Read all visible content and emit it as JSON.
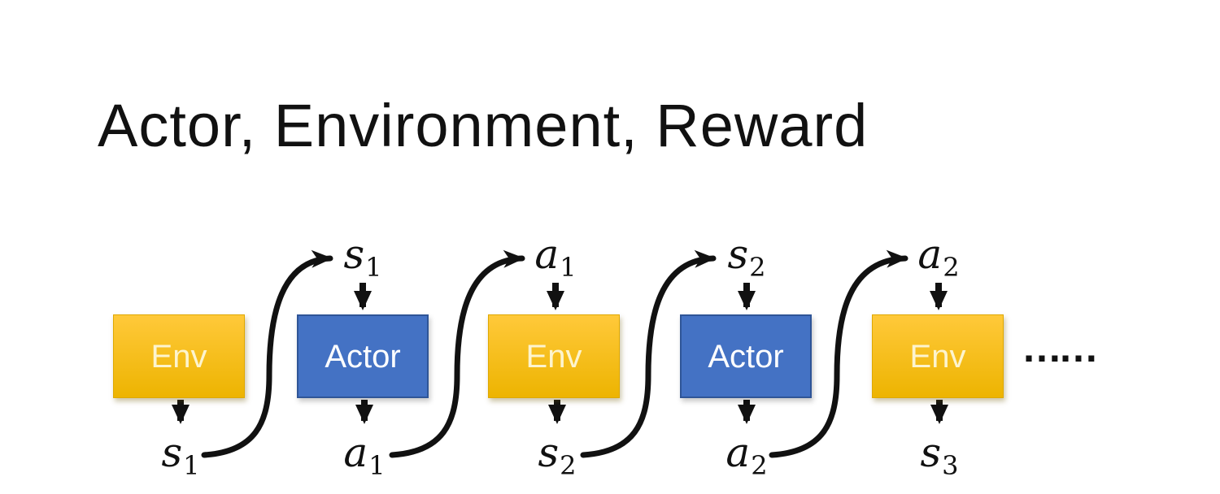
{
  "slide": {
    "title": "Actor, Environment, Reward",
    "ellipsis": "……"
  },
  "colors": {
    "bg": "#FFFFFF",
    "ink": "#111111",
    "env_top": "#FFC93A",
    "env_bottom": "#EDB401",
    "env_border": "#DFA800",
    "env_text": "#FDF4CE",
    "actor_fill": "#4472C4",
    "actor_border": "#2F5597",
    "actor_text": "#FFFFFF"
  },
  "boxes": [
    {
      "label": "Env",
      "type": "env"
    },
    {
      "label": "Actor",
      "type": "actor"
    },
    {
      "label": "Env",
      "type": "env"
    },
    {
      "label": "Actor",
      "type": "actor"
    },
    {
      "label": "Env",
      "type": "env"
    }
  ],
  "top_labels": [
    {
      "base": "s",
      "sub": "1"
    },
    {
      "base": "a",
      "sub": "1"
    },
    {
      "base": "s",
      "sub": "2"
    },
    {
      "base": "a",
      "sub": "2"
    }
  ],
  "bottom_labels": [
    {
      "base": "s",
      "sub": "1"
    },
    {
      "base": "a",
      "sub": "1"
    },
    {
      "base": "s",
      "sub": "2"
    },
    {
      "base": "a",
      "sub": "2"
    },
    {
      "base": "s",
      "sub": "3"
    }
  ]
}
